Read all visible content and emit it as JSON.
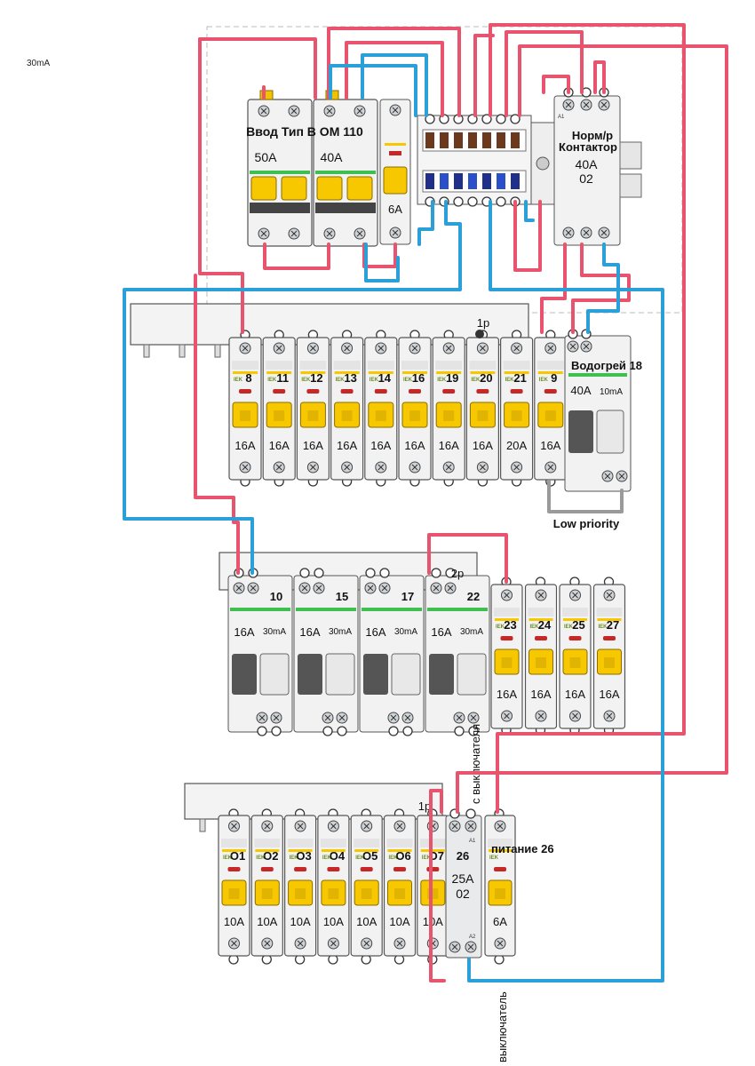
{
  "corner_label": "30mA",
  "colors": {
    "phase": "#e8546e",
    "neutral": "#2a9fd8",
    "grey_wire": "#9a9a9a",
    "lever": "#f7c800",
    "body": "#f2f2f2"
  },
  "top_panel": {
    "title": "Ввод Тип В ОМ 110",
    "main_breakers": [
      {
        "rating": "50A"
      },
      {
        "rating": "40A"
      }
    ],
    "small_breaker": {
      "rating": "6A"
    },
    "contactor": {
      "label_line1": "Норм/р",
      "label_line2": "Контактор",
      "rating": "40A",
      "code": "02"
    }
  },
  "row1": {
    "breakers": [
      {
        "num": "8",
        "rating": "16A"
      },
      {
        "num": "11",
        "rating": "16A"
      },
      {
        "num": "12",
        "rating": "16A"
      },
      {
        "num": "13",
        "rating": "16A"
      },
      {
        "num": "14",
        "rating": "16A"
      },
      {
        "num": "16",
        "rating": "16A"
      },
      {
        "num": "19",
        "rating": "16A"
      },
      {
        "num": "20",
        "rating": "16A"
      },
      {
        "num": "21",
        "rating": "20A"
      },
      {
        "num": "9",
        "rating": "16A"
      }
    ],
    "busbar_label": "1p",
    "rcbo": {
      "label": "Водогрей 18",
      "rating": "40A",
      "leak": "10mA"
    },
    "note": "Low priority"
  },
  "row2": {
    "busbar_label": "2p",
    "rcbos": [
      {
        "num": "10",
        "rating": "16A",
        "leak": "30mA"
      },
      {
        "num": "15",
        "rating": "16A",
        "leak": "30mA"
      },
      {
        "num": "17",
        "rating": "16A",
        "leak": "30mA"
      },
      {
        "num": "22",
        "rating": "16A",
        "leak": "30mA"
      }
    ],
    "breakers": [
      {
        "num": "23",
        "rating": "16A"
      },
      {
        "num": "24",
        "rating": "16A"
      },
      {
        "num": "25",
        "rating": "16A"
      },
      {
        "num": "27",
        "rating": "16A"
      }
    ]
  },
  "row3": {
    "busbar_label": "1p",
    "breakers": [
      {
        "num": "O1",
        "rating": "10A"
      },
      {
        "num": "O2",
        "rating": "10A"
      },
      {
        "num": "O3",
        "rating": "10A"
      },
      {
        "num": "O4",
        "rating": "10A"
      },
      {
        "num": "O5",
        "rating": "10A"
      },
      {
        "num": "O6",
        "rating": "10A"
      },
      {
        "num": "O7",
        "rating": "10A"
      }
    ],
    "relay": {
      "num": "26",
      "rating": "25A",
      "code": "02"
    },
    "supply": {
      "label": "питание 26",
      "rating": "6A"
    },
    "vertical_label_top": "с выключателя",
    "vertical_label_bottom": "выключатель"
  }
}
